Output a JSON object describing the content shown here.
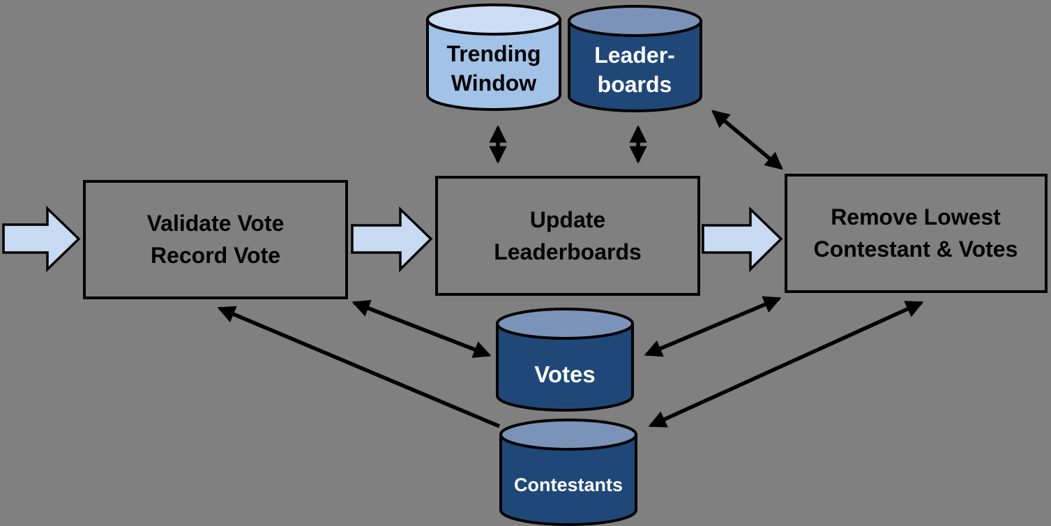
{
  "diagram": {
    "title": "vote-processing-data-flow",
    "colors": {
      "background": "#808080",
      "outline": "#000000",
      "block_arrow_fill": "#c8daf2",
      "light_cylinder_body": "#a3c2e8",
      "light_cylinder_top": "#cbdcf4",
      "dark_cylinder_body": "#1f4878",
      "dark_cylinder_top": "#7b93b8",
      "process_box_fill": "#808080",
      "process_text_color": "#000000",
      "dark_cylinder_text_color": "#ffffff"
    },
    "nodes": {
      "trending_window": {
        "type": "datastore",
        "style": "light-blue",
        "line1": "Trending",
        "line2": "Window"
      },
      "leaderboards": {
        "type": "datastore",
        "style": "dark-blue",
        "line1": "Leader-",
        "line2": "boards"
      },
      "votes": {
        "type": "datastore",
        "style": "dark-blue",
        "label": "Votes"
      },
      "contestants": {
        "type": "datastore",
        "style": "dark-blue",
        "label": "Contestants"
      },
      "validate_vote": {
        "type": "process",
        "line1": "Validate Vote",
        "line2": "Record Vote"
      },
      "update_leaderboards": {
        "type": "process",
        "line1": "Update",
        "line2": "Leaderboards"
      },
      "remove_lowest": {
        "type": "process",
        "line1": "Remove Lowest",
        "line2": "Contestant & Votes"
      }
    },
    "edges": [
      {
        "from": "input",
        "to": "validate_vote",
        "kind": "block-arrow",
        "bidirectional": false
      },
      {
        "from": "validate_vote",
        "to": "update_leaderboards",
        "kind": "block-arrow",
        "bidirectional": false
      },
      {
        "from": "update_leaderboards",
        "to": "remove_lowest",
        "kind": "block-arrow",
        "bidirectional": false
      },
      {
        "from": "trending_window",
        "to": "update_leaderboards",
        "kind": "line",
        "bidirectional": true
      },
      {
        "from": "leaderboards",
        "to": "update_leaderboards",
        "kind": "line",
        "bidirectional": true
      },
      {
        "from": "leaderboards",
        "to": "remove_lowest",
        "kind": "line",
        "bidirectional": true
      },
      {
        "from": "validate_vote",
        "to": "votes",
        "kind": "line",
        "bidirectional": true
      },
      {
        "from": "contestants",
        "to": "validate_vote",
        "kind": "line",
        "bidirectional": false
      },
      {
        "from": "votes",
        "to": "remove_lowest",
        "kind": "line",
        "bidirectional": true
      },
      {
        "from": "contestants",
        "to": "remove_lowest",
        "kind": "line",
        "bidirectional": true
      }
    ]
  }
}
